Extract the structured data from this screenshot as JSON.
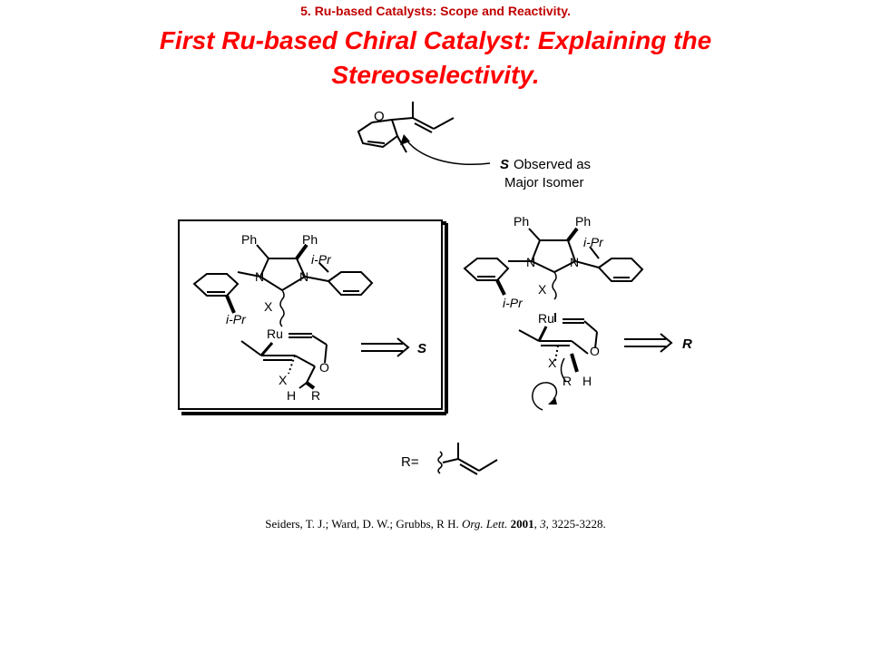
{
  "slide": {
    "header": "5. Ru-based Catalysts: Scope and Reactivity.",
    "title": "First Ru-based Chiral Catalyst: Explaining the Stereoselectivity."
  },
  "product": {
    "ring_o": "O",
    "stereo": "S",
    "observed": "Observed as",
    "major": "Major Isomer"
  },
  "left_model": {
    "ph1": "Ph",
    "ph2": "Ph",
    "ipr_top": "i-Pr",
    "n1": "N",
    "n2": "N",
    "x1": "X",
    "ipr_bottom": "i-Pr",
    "ru": "Ru",
    "o": "O",
    "x2": "X",
    "h": "H",
    "r": "R",
    "result": "S"
  },
  "right_model": {
    "ph1": "Ph",
    "ph2": "Ph",
    "ipr_top": "i-Pr",
    "n1": "N",
    "n2": "N",
    "x1": "X",
    "ipr_bottom": "i-Pr",
    "ru": "Ru",
    "o": "O",
    "x2": "X",
    "r": "R",
    "h": "H",
    "result": "R"
  },
  "r_definition": {
    "label": "R="
  },
  "citation": {
    "authors": "Seiders, T. J.; Ward, D. W.; Grubbs, R H. ",
    "journal": "Org. Lett.",
    "year": "2001",
    "volume": "3",
    "pages": ", 3225-3228."
  }
}
